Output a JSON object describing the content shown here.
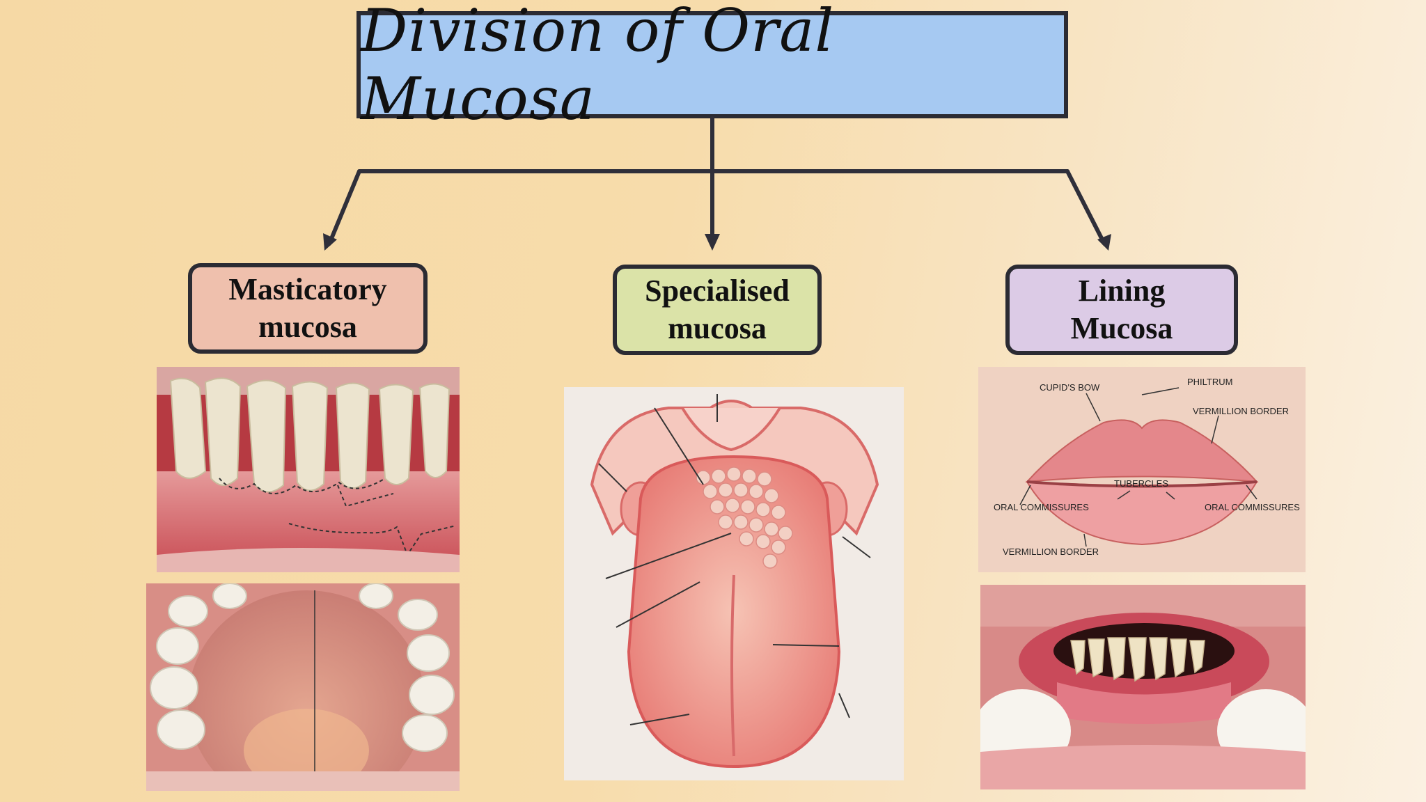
{
  "title": "Division of Oral Mucosa",
  "categories": {
    "masticatory": {
      "line1": "Masticatory",
      "line2": "mucosa"
    },
    "specialised": {
      "line1": "Specialised",
      "line2": "mucosa"
    },
    "lining": {
      "line1": "Lining",
      "line2": "Mucosa"
    }
  },
  "lips_labels": {
    "cupids_bow": "CUPID'S BOW",
    "philtrum": "PHILTRUM",
    "vermillion_border_top": "VERMILLION BORDER",
    "tubercles": "TUBERCLES",
    "oral_commissures_left": "ORAL COMMISSURES",
    "oral_commissures_right": "ORAL COMMISSURES",
    "vermillion_border_bottom": "VERMILLION BORDER"
  },
  "colors": {
    "title_fill": "#a6c9f2",
    "masticatory_fill": "#efc0ad",
    "specialised_fill": "#dbe3a8",
    "lining_fill": "#dccbe6",
    "outline": "#2b2b33"
  }
}
